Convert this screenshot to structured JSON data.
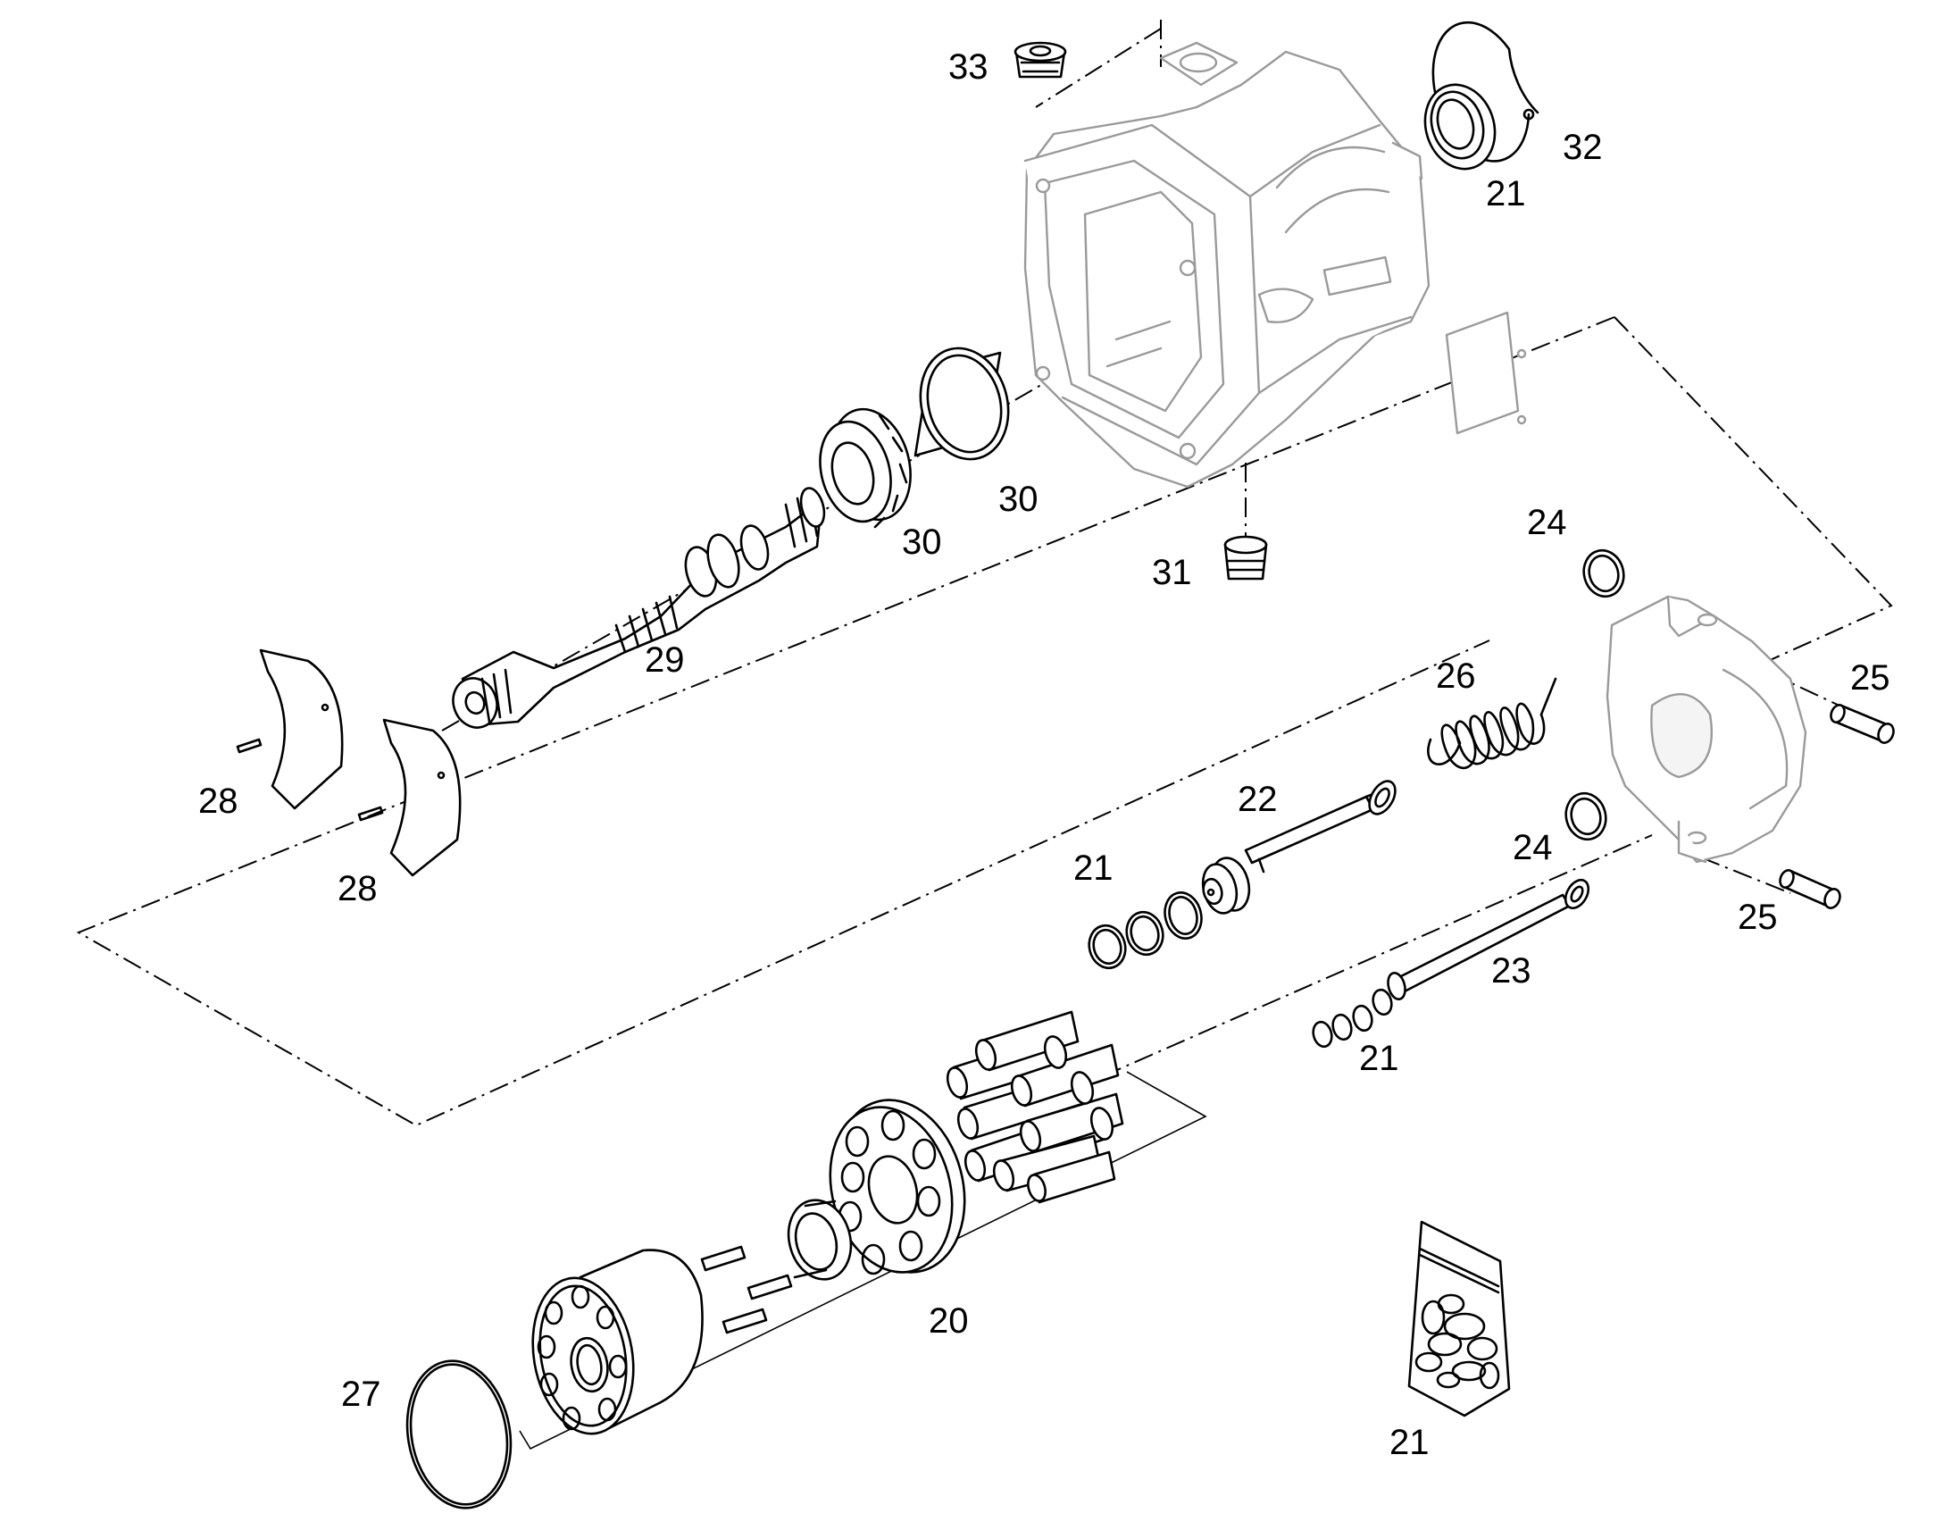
{
  "labels": {
    "l33": "33",
    "l32": "32",
    "l21a": "21",
    "l30a": "30",
    "l30b": "30",
    "l31": "31",
    "l29": "29",
    "l28a": "28",
    "l28b": "28",
    "l24a": "24",
    "l26": "26",
    "l25a": "25",
    "l22": "22",
    "l21b": "21",
    "l24b": "24",
    "l25b": "25",
    "l23": "23",
    "l21c": "21",
    "l20": "20",
    "l27": "27",
    "l21d": "21"
  }
}
